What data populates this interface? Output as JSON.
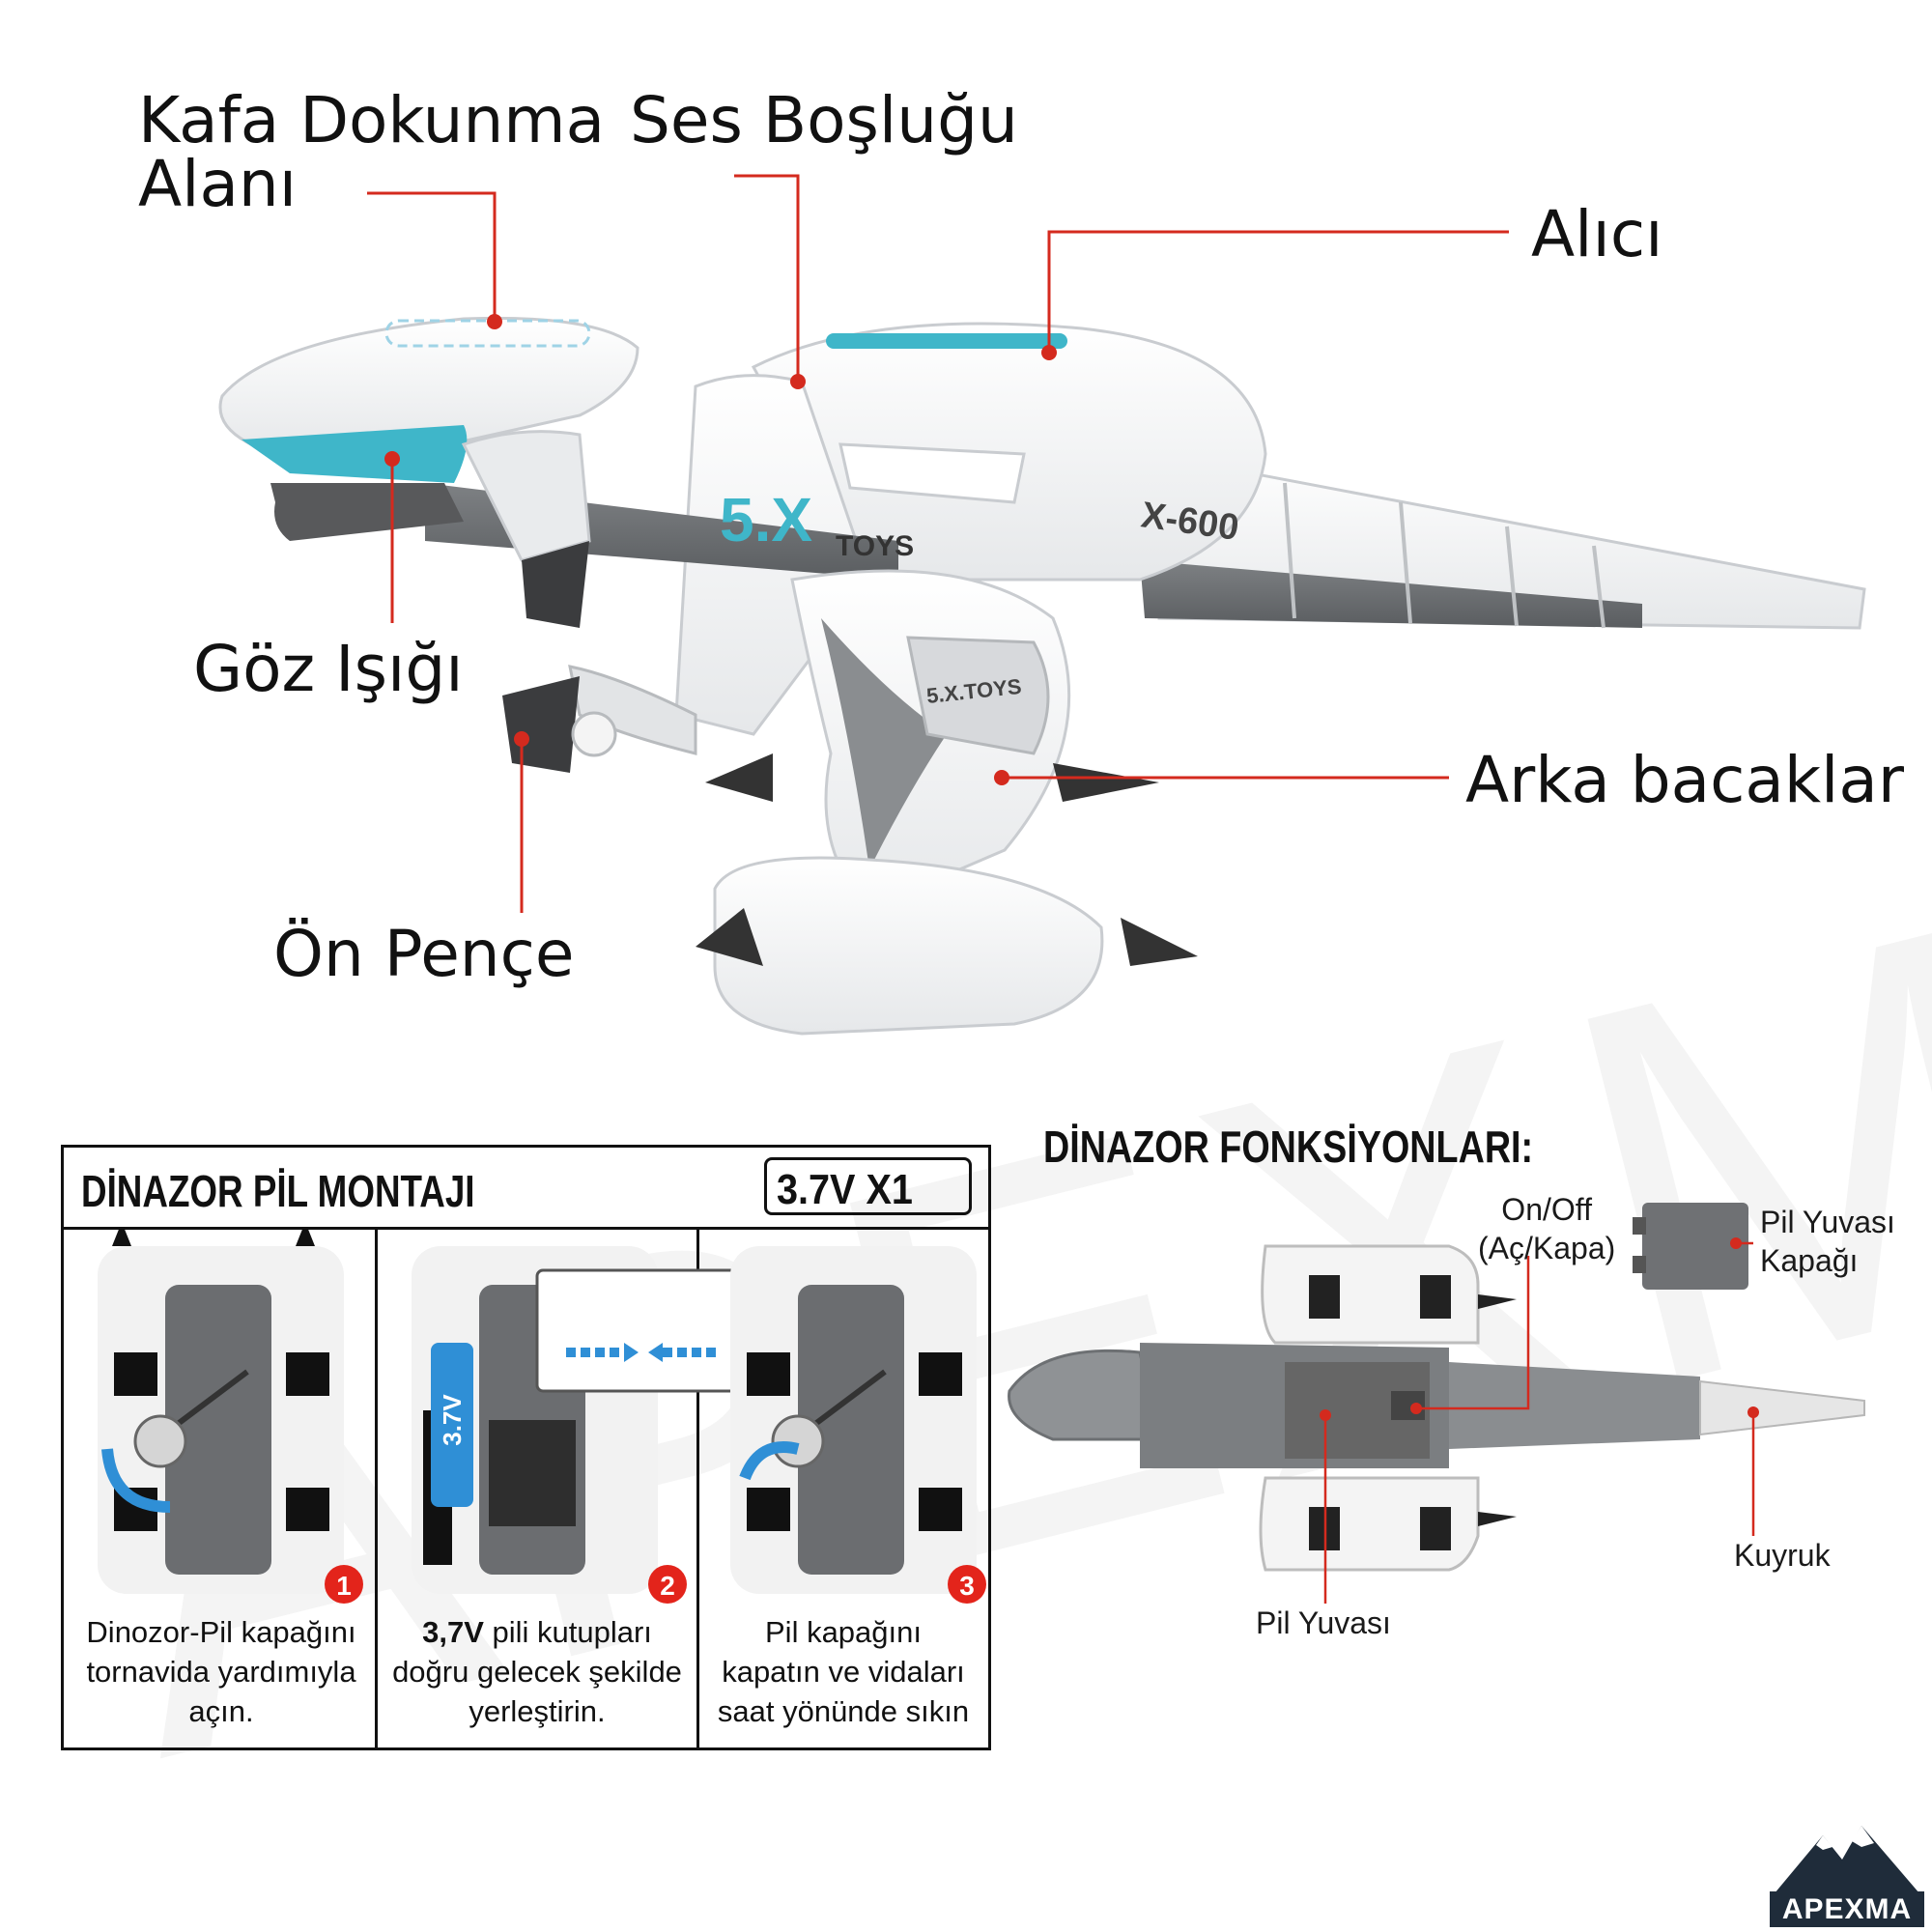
{
  "callouts": {
    "head_touch": "Kafa Dokunma\nAlanı",
    "sound_hole": "Ses Boşluğu",
    "receiver": "Alıcı",
    "eye_light": "Göz Işığı",
    "rear_legs": "Arka bacaklar",
    "front_claw": "Ön Pençe"
  },
  "robot_branding": {
    "logo": "5.X",
    "logo_sub": "TOYS",
    "model": "X-600",
    "leg_badge": "5.X.TOYS"
  },
  "battery_panel": {
    "title": "DİNAZOR PİL MONTAJI",
    "spec": "3.7V X1",
    "battery_label": "3.7V",
    "steps": [
      {
        "number": "1",
        "text": "Dinozor-Pil kapağını tornavida yardımıyla açın."
      },
      {
        "number": "2",
        "bold": "3,7V",
        "text": " pili kutupları doğru gelecek şekilde yerleştirin."
      },
      {
        "number": "3",
        "text": "Pil kapağını kapatın ve vidaları saat yönünde sıkın"
      }
    ]
  },
  "functions_panel": {
    "title": "DİNAZOR FONKSİYONLARI:",
    "on_off": "On/Off\n(Aç/Kapa)",
    "battery_cover": "Pil Yuvası\nKapağı",
    "battery_slot": "Pil Yuvası",
    "tail": "Kuyruk"
  },
  "brand": {
    "name": "APEXMA",
    "watermark": "APEXMA"
  },
  "colors": {
    "accent_red": "#d42a1e",
    "teal": "#3fb6c9",
    "gray_dark": "#5c5c5c",
    "gray_mid": "#8a8a8a",
    "step_badge": "#e3241b"
  }
}
